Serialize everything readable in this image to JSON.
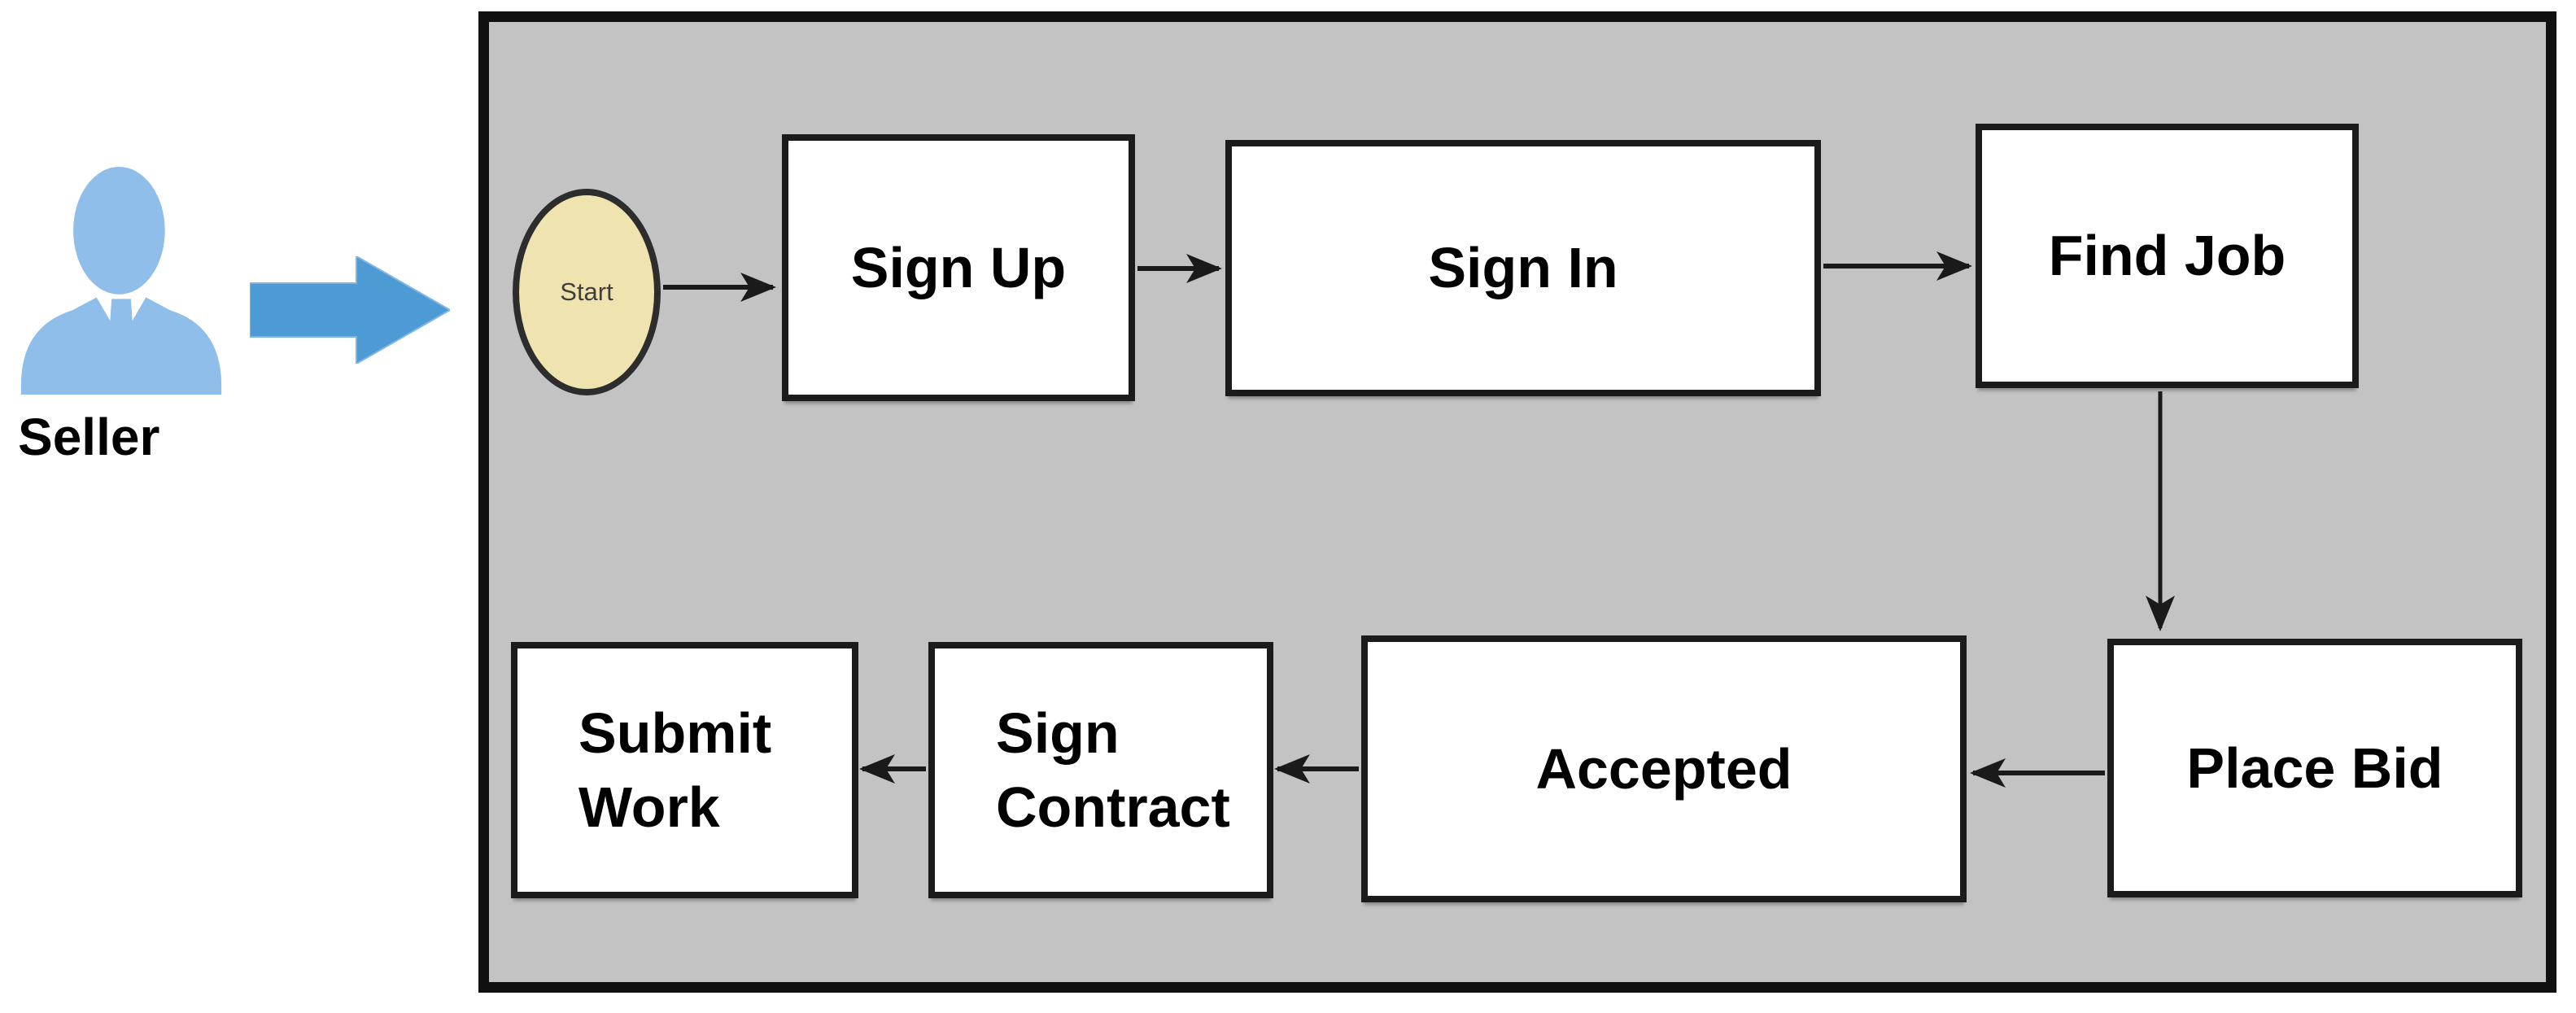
{
  "diagram": {
    "type": "flowchart",
    "actor": {
      "label": "Seller"
    },
    "start": {
      "label": "Start"
    },
    "nodes": [
      {
        "id": "sign-up",
        "label": "Sign Up"
      },
      {
        "id": "sign-in",
        "label": "Sign In"
      },
      {
        "id": "find-job",
        "label": "Find Job"
      },
      {
        "id": "place-bid",
        "label": "Place Bid"
      },
      {
        "id": "accepted",
        "label": "Accepted"
      },
      {
        "id": "sign-contract",
        "label": "Sign Contract"
      },
      {
        "id": "submit-work",
        "label": "Submit Work"
      }
    ],
    "edges": [
      {
        "from": "Seller",
        "to": "Start"
      },
      {
        "from": "Start",
        "to": "Sign Up"
      },
      {
        "from": "Sign Up",
        "to": "Sign In"
      },
      {
        "from": "Sign In",
        "to": "Find Job"
      },
      {
        "from": "Find Job",
        "to": "Place Bid"
      },
      {
        "from": "Place Bid",
        "to": "Accepted"
      },
      {
        "from": "Accepted",
        "to": "Sign Contract"
      },
      {
        "from": "Sign Contract",
        "to": "Submit Work"
      }
    ],
    "colors": {
      "container_fill": "#C3C3C3",
      "container_border": "#101010",
      "node_fill": "#FFFFFF",
      "node_border": "#1B1B1B",
      "start_fill": "#EFE3B0",
      "start_border": "#2D2D2D",
      "actor_blue": "#8FBEEA",
      "big_arrow_blue": "#4E9AD5",
      "connector_black": "#1A1A1A"
    }
  }
}
